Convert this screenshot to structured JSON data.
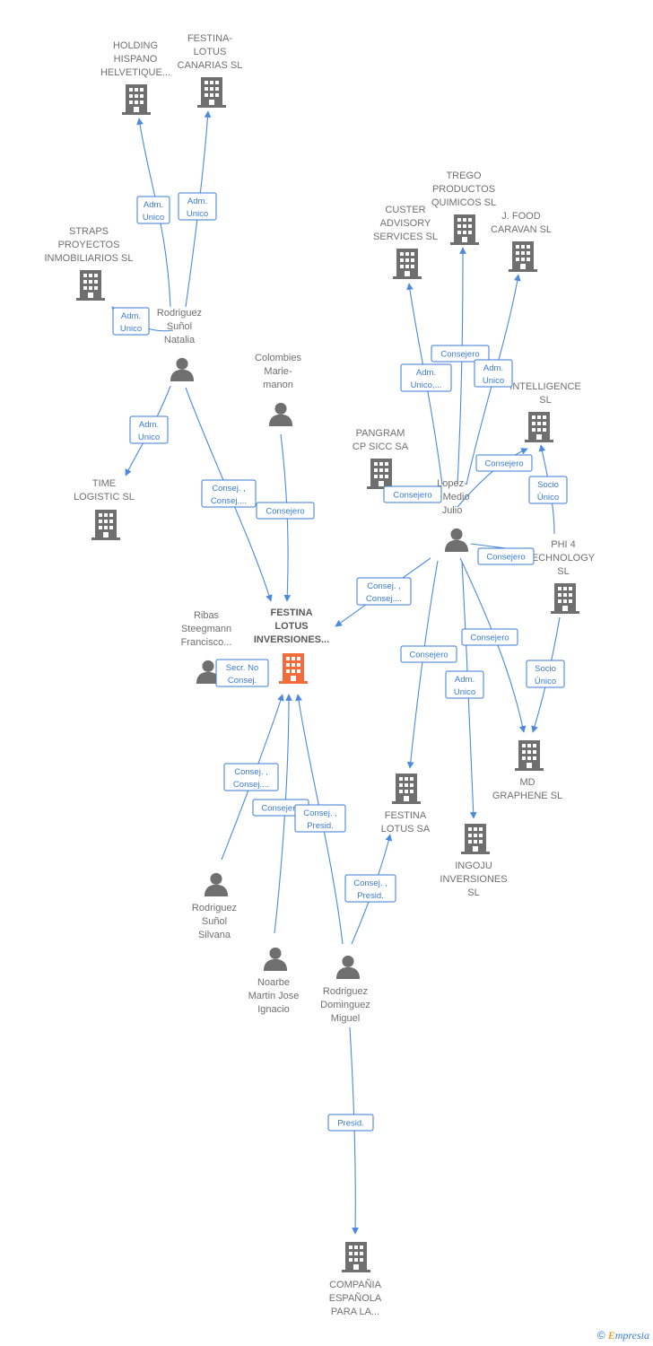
{
  "colors": {
    "edge": "#4a8ae0",
    "building": "#6f6f6f",
    "main_building": "#f26b3a",
    "person": "#6f6f6f",
    "label": "#6f6f6f"
  },
  "nodes": [
    {
      "id": "festina_lotus_inversiones",
      "type": "company",
      "main": true,
      "label": [
        "FESTINA",
        "LOTUS",
        "INVERSIONES..."
      ]
    },
    {
      "id": "holding_hispano",
      "type": "company",
      "label": [
        "HOLDING",
        "HISPANO",
        "HELVETIQUE..."
      ]
    },
    {
      "id": "festina_lotus_canarias",
      "type": "company",
      "label": [
        "FESTINA-",
        "LOTUS",
        "CANARIAS SL"
      ]
    },
    {
      "id": "straps",
      "type": "company",
      "label": [
        "STRAPS",
        "PROYECTOS",
        "INMOBILIARIOS SL"
      ]
    },
    {
      "id": "rodriguez_natalia",
      "type": "person",
      "label": [
        "Rodriguez",
        "Suñol",
        "Natalia"
      ]
    },
    {
      "id": "time_logistic",
      "type": "company",
      "label": [
        "TIME",
        "LOGISTIC SL"
      ]
    },
    {
      "id": "colombies",
      "type": "person",
      "label": [
        "Colombies",
        "Marie-",
        "manon"
      ]
    },
    {
      "id": "trego",
      "type": "company",
      "label": [
        "TREGO",
        "PRODUCTOS",
        "QUIMICOS  SL"
      ]
    },
    {
      "id": "custer",
      "type": "company",
      "label": [
        "CUSTER",
        "ADVISORY",
        "SERVICES  SL"
      ]
    },
    {
      "id": "jfood",
      "type": "company",
      "label": [
        "J. FOOD",
        "CARAVAN SL"
      ]
    },
    {
      "id": "intelligence",
      "type": "company",
      "label": [
        "INTELLIGENCE",
        "SL"
      ]
    },
    {
      "id": "pangram",
      "type": "company",
      "label": [
        "PANGRAM",
        "CP SICC SA"
      ]
    },
    {
      "id": "lopez",
      "type": "person",
      "label": [
        "Lopez-",
        "a Medio",
        "Julio"
      ]
    },
    {
      "id": "phi4",
      "type": "company",
      "label": [
        "PHI 4",
        "ECHNOLOGY",
        "SL"
      ]
    },
    {
      "id": "ribas",
      "type": "person",
      "label": [
        "Ribas",
        "Steegmann",
        "Francisco..."
      ]
    },
    {
      "id": "md_graphene",
      "type": "company",
      "label": [
        "MD",
        "GRAPHENE  SL"
      ]
    },
    {
      "id": "festina_lotus_sa",
      "type": "company",
      "label": [
        "FESTINA",
        "LOTUS SA"
      ]
    },
    {
      "id": "ingoju",
      "type": "company",
      "label": [
        "INGOJU",
        "INVERSIONES",
        "SL"
      ]
    },
    {
      "id": "rodriguez_silvana",
      "type": "person",
      "label": [
        "Rodriguez",
        "Suñol",
        "Silvana"
      ]
    },
    {
      "id": "noarbe",
      "type": "person",
      "label": [
        "Noarbe",
        "Martin Jose",
        "Ignacio"
      ]
    },
    {
      "id": "rodriguez_miguel",
      "type": "person",
      "label": [
        "Rodriguez",
        "Dominguez",
        "Miguel"
      ]
    },
    {
      "id": "compania",
      "type": "company",
      "label": [
        "COMPAÑIA",
        "ESPAÑOLA",
        "PARA LA..."
      ]
    }
  ],
  "edges": [
    {
      "from": "rodriguez_natalia",
      "to": "holding_hispano",
      "label": [
        "Adm.",
        "Unico"
      ]
    },
    {
      "from": "rodriguez_natalia",
      "to": "festina_lotus_canarias",
      "label": [
        "Adm.",
        "Unico"
      ]
    },
    {
      "from": "rodriguez_natalia",
      "to": "straps",
      "label": [
        "Adm.",
        "Unico"
      ]
    },
    {
      "from": "rodriguez_natalia",
      "to": "time_logistic",
      "label": [
        "Adm.",
        "Unico"
      ]
    },
    {
      "from": "rodriguez_natalia",
      "to": "festina_lotus_inversiones",
      "label": [
        "Consej. ,",
        "Consej...."
      ]
    },
    {
      "from": "colombies",
      "to": "festina_lotus_inversiones",
      "label": [
        "Consejero"
      ]
    },
    {
      "from": "lopez",
      "to": "custer",
      "label": [
        "Adm.",
        "Unico,..."
      ]
    },
    {
      "from": "lopez",
      "to": "trego",
      "label": [
        "Consejero"
      ]
    },
    {
      "from": "lopez",
      "to": "jfood",
      "label": [
        "Adm.",
        "Unico"
      ]
    },
    {
      "from": "lopez",
      "to": "intelligence",
      "label": [
        "Consejero"
      ]
    },
    {
      "from": "lopez",
      "to": "pangram",
      "label": [
        "Consejero"
      ]
    },
    {
      "from": "lopez",
      "to": "phi4",
      "label": [
        "Consejero"
      ]
    },
    {
      "from": "lopez",
      "to": "festina_lotus_inversiones",
      "label": [
        "Consej. ,",
        "Consej...."
      ]
    },
    {
      "from": "lopez",
      "to": "festina_lotus_sa",
      "label": [
        "Consejero"
      ]
    },
    {
      "from": "lopez",
      "to": "ingoju",
      "label": [
        "Adm.",
        "Unico"
      ]
    },
    {
      "from": "lopez",
      "to": "md_graphene",
      "label": [
        "Consejero"
      ]
    },
    {
      "from": "phi4",
      "to": "intelligence",
      "label": [
        "Socio",
        "Único"
      ]
    },
    {
      "from": "phi4",
      "to": "md_graphene",
      "label": [
        "Socio",
        "Único"
      ]
    },
    {
      "from": "ribas",
      "to": "festina_lotus_inversiones",
      "label": [
        "Secr.  No",
        "Consej."
      ]
    },
    {
      "from": "rodriguez_silvana",
      "to": "festina_lotus_inversiones",
      "label": [
        "Consej. ,",
        "Consej...."
      ]
    },
    {
      "from": "noarbe",
      "to": "festina_lotus_inversiones",
      "label": [
        "Consejero"
      ]
    },
    {
      "from": "rodriguez_miguel",
      "to": "festina_lotus_inversiones",
      "label": [
        "Consej. ,",
        "Presid."
      ]
    },
    {
      "from": "rodriguez_miguel",
      "to": "festina_lotus_sa",
      "label": [
        "Consej. ,",
        "Presid."
      ]
    },
    {
      "from": "rodriguez_miguel",
      "to": "compania",
      "label": [
        "Presid."
      ]
    }
  ],
  "footer": {
    "copyright": "©",
    "brand_initial": "E",
    "brand_rest": "mpresia"
  }
}
